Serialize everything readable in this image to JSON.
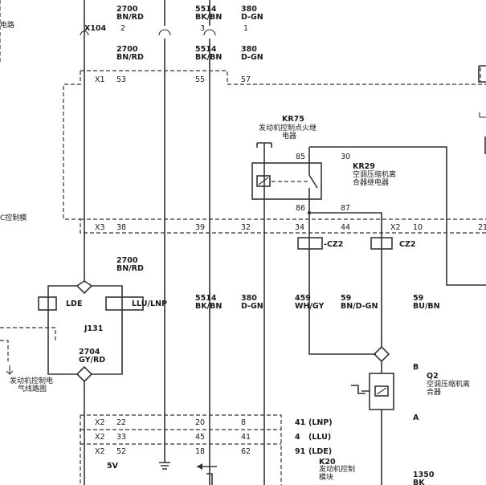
{
  "top_section": {
    "left_fragment": "电路",
    "wire_a_code": "2700",
    "wire_a_color": "BN/RD",
    "wire_b_code": "5514",
    "wire_b_color": "BK/BN",
    "wire_c_code": "380",
    "wire_c_color": "D-GN",
    "conn_x104": "X104",
    "pin_2": "2",
    "pin_3": "3",
    "pin_1": "1",
    "wire_a2_code": "2700",
    "wire_a2_color": "BN/RD",
    "wire_b2_code": "5514",
    "wire_b2_color": "BK/BN",
    "wire_c2_code": "380",
    "wire_c2_color": "D-GN"
  },
  "x1_row": {
    "conn": "X1",
    "pin_53": "53",
    "pin_55": "55",
    "pin_57": "57"
  },
  "relay_kr75": {
    "ref": "KR75",
    "desc_line1": "发动机控制点火继",
    "desc_line2": "电器",
    "pin_85": "85",
    "pin_86": "86"
  },
  "relay_kr29": {
    "ref": "KR29",
    "desc_line1": "空调压缩机离",
    "desc_line2": "合器继电器",
    "pin_30": "30",
    "pin_87": "87"
  },
  "left_module": {
    "label": "C控制模"
  },
  "x3_row": {
    "conn": "X3",
    "pin_38": "38",
    "pin_39": "39",
    "pin_32": "32",
    "pin_34": "34",
    "pin_44": "44"
  },
  "x2_row_top": {
    "conn": "X2",
    "pin_10": "10",
    "pin_21": "21"
  },
  "cz2_left": "-CZ2",
  "cz2_right": "CZ2",
  "mid_wires": {
    "a_code": "2700",
    "a_color": "BN/RD",
    "b_code": "5514",
    "b_color": "BK/BN",
    "c_code": "380",
    "c_color": "D-GN",
    "d_code": "459",
    "d_color": "WH/GY",
    "e_code": "59",
    "e_color": "BN/D-GN",
    "f_code": "59",
    "f_color": "BU/BN"
  },
  "j131": {
    "ref": "J131",
    "lde": "LDE",
    "llu_lnp": "LLU/LNP"
  },
  "left_ref": {
    "line1": "发动机控制电",
    "line2": "气线路图"
  },
  "splice_wire": {
    "code": "2704",
    "color": "GY/RD"
  },
  "q2": {
    "ref": "Q2",
    "desc_line1": "空调压缩机离",
    "desc_line2": "合器",
    "pin_b": "B",
    "pin_a": "A"
  },
  "x2_rows": [
    {
      "conn": "X2",
      "p1": "22",
      "p2": "20",
      "p3": "8",
      "sig_pin": "41",
      "sig": "(LNP)"
    },
    {
      "conn": "X2",
      "p1": "33",
      "p2": "45",
      "p3": "41",
      "sig_pin": "4",
      "sig": "(LLU)"
    },
    {
      "conn": "X2",
      "p1": "52",
      "p2": "18",
      "p3": "62",
      "sig_pin": "91",
      "sig": "(LDE)"
    }
  ],
  "bottom": {
    "five_v": "5V",
    "k20_ref": "K20",
    "k20_line1": "发动机控制",
    "k20_line2": "模块",
    "wire_code": "1350",
    "wire_color": "BK"
  }
}
